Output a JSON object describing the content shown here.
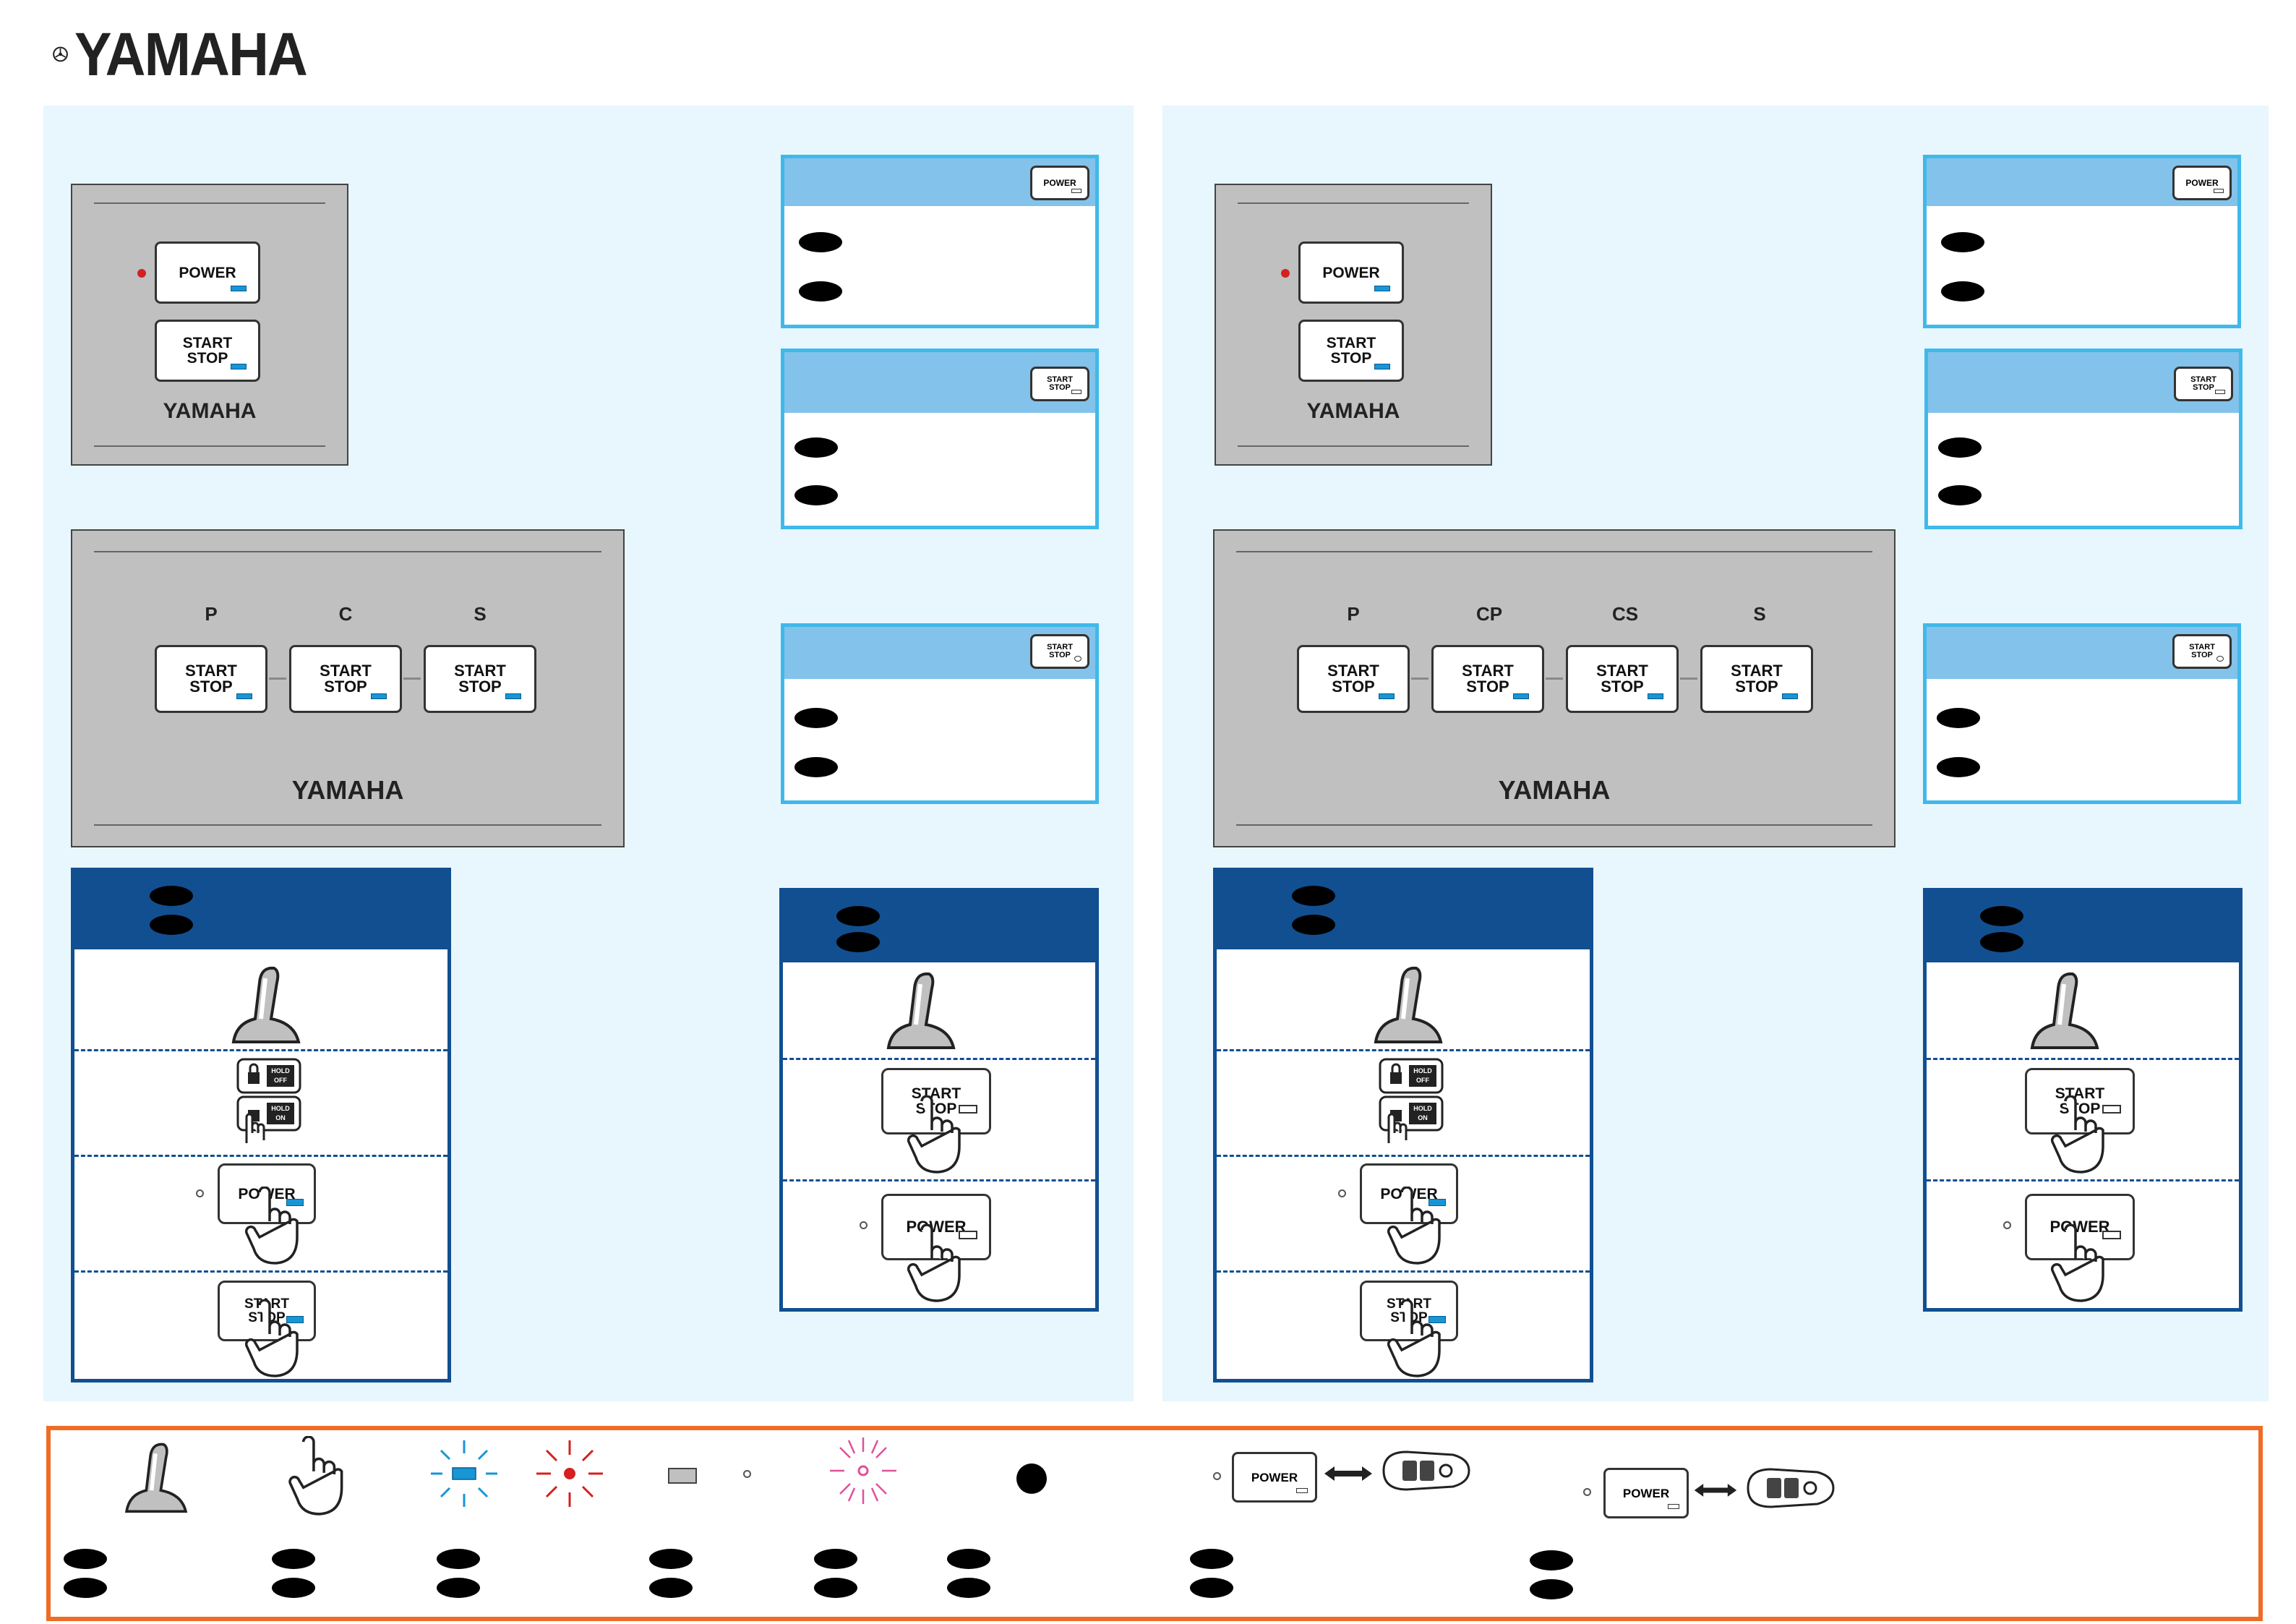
{
  "brand": {
    "logo_text": "YAMAHA"
  },
  "keys": {
    "power": "POWER",
    "start": "START",
    "stop": "STOP",
    "hold": "HOLD",
    "off": "OFF",
    "on": "ON"
  },
  "left": {
    "small_panel_brand": "YAMAHA",
    "large_panel_brand": "YAMAHA",
    "stations": [
      "P",
      "C",
      "S"
    ]
  },
  "right": {
    "small_panel_brand": "YAMAHA",
    "large_panel_brand": "YAMAHA",
    "stations": [
      "P",
      "CP",
      "CS",
      "S"
    ]
  },
  "legend": {
    "items": [
      "lever-icon",
      "hand-icon",
      "blue-blink-icon",
      "red-blink-icon",
      "gray-indicator-icon",
      "pink-blink-icon",
      "black-dot-icon",
      "power-remote-pair-icon",
      "power-remote-pair-icon"
    ]
  },
  "colors": {
    "background_panel": "#e8f6fd",
    "cyan_border": "#3fb9ea",
    "cyan_header": "#83c2ea",
    "navy": "#114f91",
    "orange": "#ee6c24",
    "indicator_blue": "#1796d6",
    "indicator_red": "#d42020"
  }
}
